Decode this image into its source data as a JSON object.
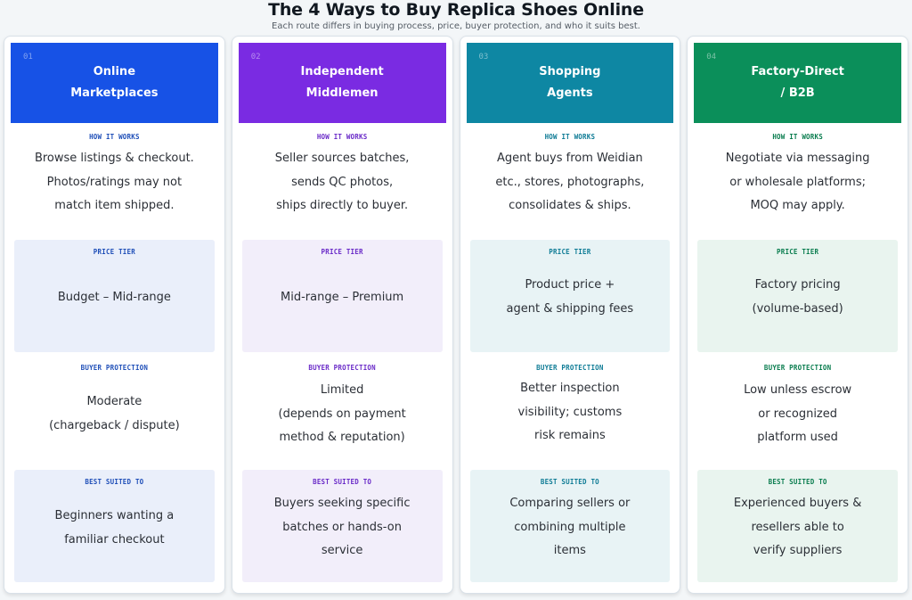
{
  "title": "The 4 Ways to Buy Replica Shoes Online",
  "subtitle": "Each route differs in buying process, price, buyer protection, and who it suits best.",
  "section_labels": {
    "how": "HOW IT WORKS",
    "price": "PRICE TIER",
    "protection": "BUYER PROTECTION",
    "best": "BEST SUITED TO"
  },
  "columns": [
    {
      "number": "01",
      "name": "Online\nMarketplaces",
      "color": "#1752e6",
      "label_color": "#1f4fb8",
      "box_color": "#eaeffa",
      "how": "Browse listings & checkout.\nPhotos/ratings may not\nmatch item shipped.",
      "price": "Budget – Mid-range",
      "protection": "Moderate\n(chargeback / dispute)",
      "best": "Beginners wanting a\nfamiliar checkout"
    },
    {
      "number": "02",
      "name": "Independent\nMiddlemen",
      "color": "#7a2be2",
      "label_color": "#6a2bc8",
      "box_color": "#f2eefa",
      "how": "Seller sources batches,\nsends QC photos,\nships directly to buyer.",
      "price": "Mid-range – Premium",
      "protection": "Limited\n(depends on payment\nmethod & reputation)",
      "best": "Buyers seeking specific\nbatches or hands-on\nservice"
    },
    {
      "number": "03",
      "name": "Shopping\nAgents",
      "color": "#0e87a3",
      "label_color": "#0f7c96",
      "box_color": "#e8f3f5",
      "how": "Agent buys from Weidian\netc., stores, photographs,\nconsolidates & ships.",
      "price": "Product price +\nagent & shipping fees",
      "protection": "Better inspection\nvisibility; customs\nrisk remains",
      "best": "Comparing sellers or\ncombining multiple\nitems"
    },
    {
      "number": "04",
      "name": "Factory-Direct\n/ B2B",
      "color": "#0b8f5a",
      "label_color": "#0a7d4f",
      "box_color": "#e9f4ef",
      "how": "Negotiate via messaging\nor wholesale platforms;\nMOQ may apply.",
      "price": "Factory pricing\n(volume-based)",
      "protection": "Low unless escrow\nor recognized\nplatform used",
      "best": "Experienced buyers &\nresellers able to\nverify suppliers"
    }
  ]
}
